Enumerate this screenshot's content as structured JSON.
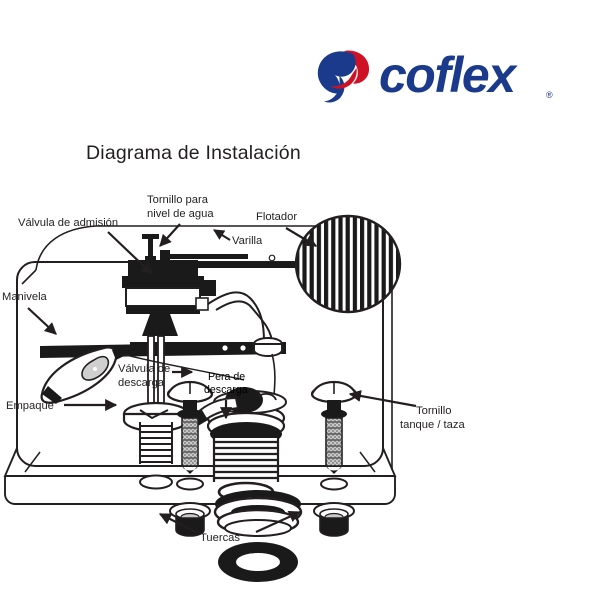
{
  "brand": {
    "name": "coflex",
    "registered_mark": "®",
    "logo_icon": "coflex-swirl-icon",
    "colors": {
      "blue": "#1b3a8c",
      "red": "#cf1126",
      "ink": "#231f20"
    }
  },
  "page": {
    "title": "Diagrama de Instalación",
    "background": "#ffffff"
  },
  "diagram": {
    "name": "toilet-tank-installation-diagram",
    "labels": [
      {
        "id": "valvula-admision",
        "text": "Válvula de admisión",
        "lines": [
          "Válvula de admisión"
        ]
      },
      {
        "id": "tornillo-nivel-agua",
        "text": "Tornillo para nivel de agua",
        "lines": [
          "Tornillo para",
          "nivel de agua"
        ]
      },
      {
        "id": "flotador",
        "text": "Flotador",
        "lines": [
          "Flotador"
        ]
      },
      {
        "id": "varilla",
        "text": "Varilla",
        "lines": [
          "Varilla"
        ]
      },
      {
        "id": "manivela",
        "text": "Manivela",
        "lines": [
          "Manivela"
        ]
      },
      {
        "id": "valvula-descarga",
        "text": "Válvula de descarga",
        "lines": [
          "Válvula de",
          "descarga"
        ]
      },
      {
        "id": "pera-descarga",
        "text": "Pera de descarga",
        "lines": [
          "Pera de",
          "descarga"
        ]
      },
      {
        "id": "empaque",
        "text": "Empaque",
        "lines": [
          "Empaque"
        ]
      },
      {
        "id": "tornillo-tanque-taza",
        "text": "Tornillo tanque / taza",
        "lines": [
          "Tornillo",
          "tanque / taza"
        ]
      },
      {
        "id": "tuercas",
        "text": "Tuercas",
        "lines": [
          "Tuercas"
        ]
      }
    ]
  }
}
